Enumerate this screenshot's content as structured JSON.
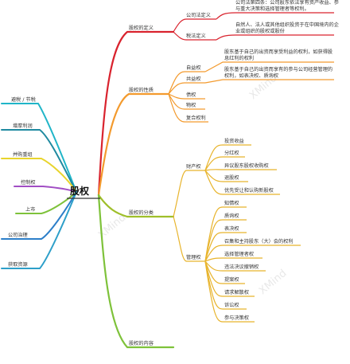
{
  "root": "股权",
  "watermark": "XMind",
  "colors": {
    "red": "#d9232e",
    "orange": "#f39a2d",
    "olive": "#9fbf2a",
    "cyan": "#20b5c8",
    "teal": "#1f8aa0",
    "yellow": "#e8d42c",
    "purple": "#a14ec4",
    "green": "#7ec23a",
    "blue": "#2d7fc9"
  },
  "left_branches": [
    "避税 / 节税",
    "增厚利润",
    "并购重组",
    "控制权",
    "上市",
    "公司治理",
    "获取资源"
  ],
  "right": {
    "definition": {
      "label": "股权的定义",
      "items": [
        {
          "label": "公司法定义",
          "note": "公司法第四条：公司股东依法享有资产收益、参与重大决策和选择管理者等权利。"
        },
        {
          "label": "税法定义",
          "note": "自然人、法人或其他组织投资于在中国境内的企业或组织的股权或股份"
        }
      ]
    },
    "nature": {
      "label": "股权的性质",
      "items": [
        {
          "label": "自益权",
          "note": "股东基于自己的出资而享受利益的权利，如获得股息红利的权利"
        },
        {
          "label": "共益权",
          "note": "股东基于自己的出资而享有的参与公司经营管理的权利，如表决权、质询权"
        },
        {
          "label": "债权"
        },
        {
          "label": "物权"
        },
        {
          "label": "复合权利"
        }
      ]
    },
    "classify": {
      "label": "股权的分类",
      "property": {
        "label": "财产权",
        "items": [
          "投资收益",
          "分红权",
          "异议股东股权收购权",
          "退股权",
          "优先受让和认购新股权"
        ]
      },
      "management": {
        "label": "管理权",
        "items": [
          "知情权",
          "质询权",
          "表决权",
          "召集和主持股东（大）会的权利",
          "选择管理者权",
          "违法决议撤销权",
          "提案权",
          "请求解散权",
          "诉讼权",
          "参与决策权"
        ]
      }
    },
    "content": {
      "label": "股权的内容"
    }
  }
}
